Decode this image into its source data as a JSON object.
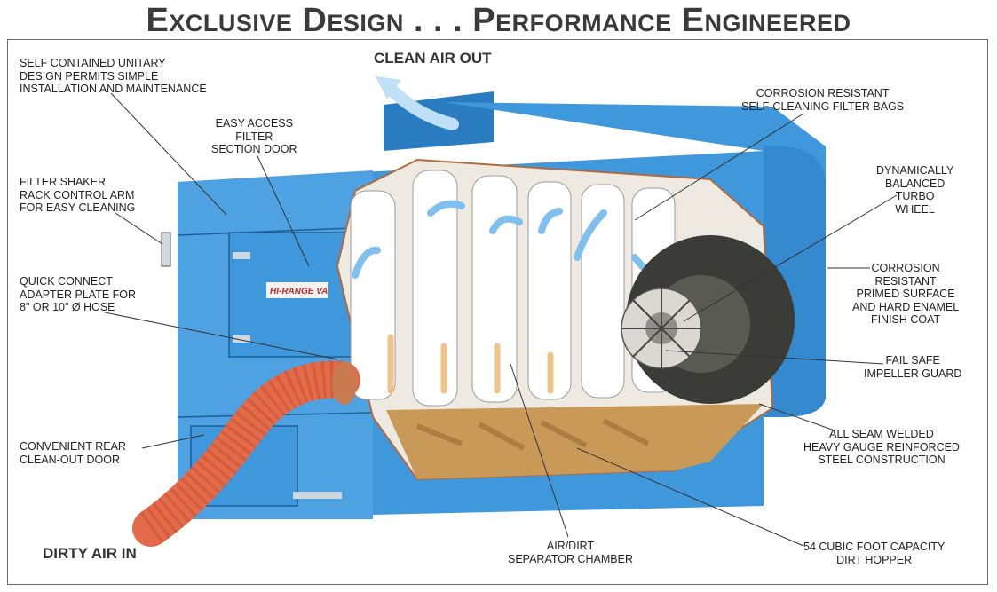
{
  "title": "Exclusive Design . . . Performance Engineered",
  "flow": {
    "out": "CLEAN AIR OUT",
    "in": "DIRTY AIR IN"
  },
  "brand": "HI-RANGE VA",
  "callouts": {
    "unitary": "SELF CONTAINED UNITARY\nDESIGN PERMITS SIMPLE\nINSTALLATION AND MAINTENANCE",
    "access_door": "EASY ACCESS\nFILTER\nSECTION DOOR",
    "shaker": "FILTER SHAKER\nRACK CONTROL ARM\nFOR EASY CLEANING",
    "adapter": "QUICK CONNECT\nADAPTER PLATE FOR\n8\" OR 10\" Ø HOSE",
    "rear_door": "CONVENIENT REAR\nCLEAN-OUT DOOR",
    "filter_bags": "CORROSION RESISTANT\nSELF-CLEANING FILTER BAGS",
    "turbo": "DYNAMICALLY\nBALANCED\nTURBO\nWHEEL",
    "finish": "CORROSION\nRESISTANT\nPRIMED SURFACE\nAND HARD ENAMEL\nFINISH COAT",
    "guard": "FAIL SAFE\nIMPELLER GUARD",
    "welded": "ALL SEAM WELDED\nHEAVY GAUGE REINFORCED\nSTEEL CONSTRUCTION",
    "separator": "AIR/DIRT\nSEPARATOR CHAMBER",
    "hopper": "54 CUBIC FOOT CAPACITY\nDIRT HOPPER"
  },
  "colors": {
    "body": "#3f97dc",
    "body_dark": "#2a7cc0",
    "hose": "#e36b4c",
    "dirt": "#c99a57",
    "fan": "#3b3b38"
  },
  "icons": [
    "clean-air-arrow",
    "turbo-wheel",
    "filter-bag",
    "hose"
  ]
}
